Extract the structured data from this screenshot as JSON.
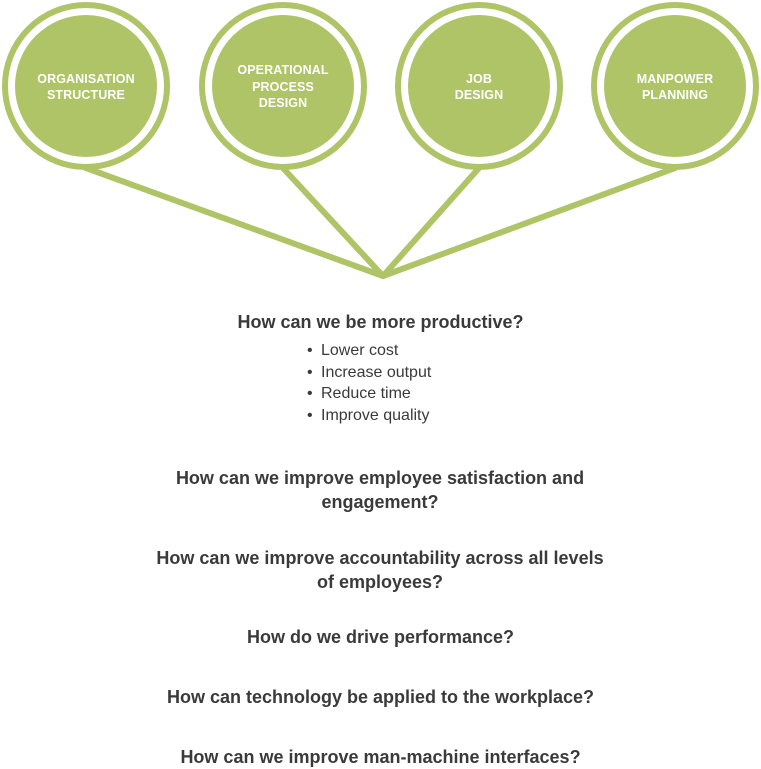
{
  "diagram": {
    "colors": {
      "fill": "#afc466",
      "ring": "#afc466",
      "connector": "#afc466",
      "label": "#ffffff"
    },
    "circles": [
      {
        "id": "organisation-structure",
        "label": "ORGANISATION\nSTRUCTURE"
      },
      {
        "id": "operational-process-design",
        "label": "OPERATIONAL\nPROCESS\nDESIGN"
      },
      {
        "id": "job-design",
        "label": "JOB\nDESIGN"
      },
      {
        "id": "manpower-planning",
        "label": "MANPOWER\nPLANNING"
      }
    ]
  },
  "questions": {
    "productive": "How can we be more productive?",
    "productive_bullets": [
      "Lower cost",
      "Increase output",
      "Reduce time",
      "Improve quality"
    ],
    "satisfaction": "How can we improve employee satisfaction and engagement?",
    "accountability": "How can we improve accountability across all levels of employees?",
    "performance": "How do we drive performance?",
    "technology": "How can technology be applied to the workplace?",
    "interfaces": "How can we improve man-machine interfaces?"
  },
  "bullet_glyph": "•"
}
